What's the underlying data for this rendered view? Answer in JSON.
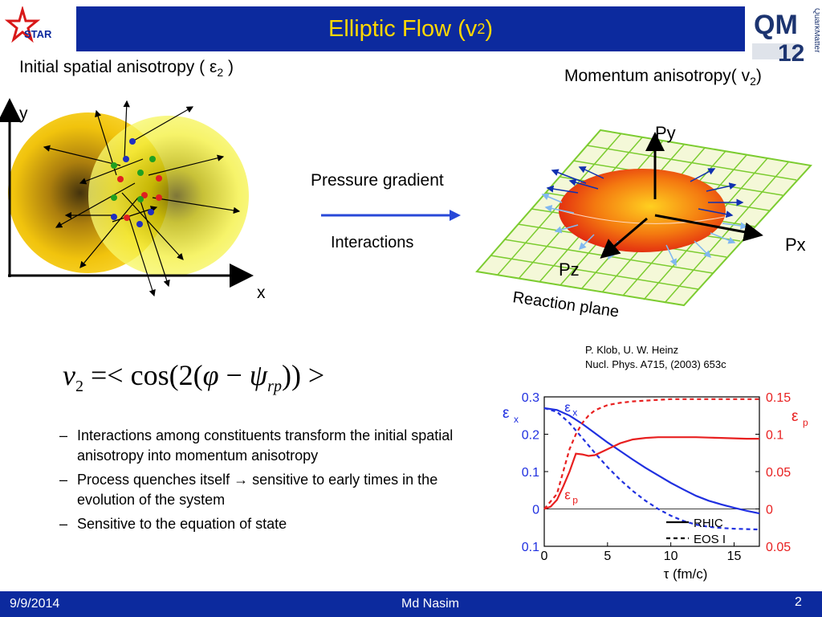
{
  "header": {
    "title": "Elliptic Flow (v",
    "title_sub": "2",
    "title_end": ")",
    "left_logo_text": "STAR",
    "right_logo_text": "QM",
    "right_logo_num": "12",
    "right_logo_side": "QuarkMatter"
  },
  "left_panel": {
    "label": "Initial spatial anisotropy ( ε",
    "label_sub": "2",
    "label_end": " )",
    "y_axis": "y",
    "x_axis": "x"
  },
  "middle": {
    "pressure": "Pressure gradient",
    "interactions": "Interactions"
  },
  "right_panel": {
    "label": "Momentum anisotropy( v",
    "label_sub": "2",
    "label_end": ")",
    "py": "Py",
    "px": "Px",
    "pz": "Pz",
    "plane": "Reaction plane"
  },
  "formula": {
    "v": "v",
    "v_sub": "2",
    "middle": " =< cos(2(",
    "phi": "φ",
    "minus": " − ",
    "psi": "ψ",
    "psi_sub": "rp",
    "end": ")) >"
  },
  "bullets": [
    "Interactions among constituents transform the initial spatial anisotropy into momentum anisotropy",
    "Process quenches itself → sensitive to early times in the evolution of the system",
    "Sensitive to the equation of state"
  ],
  "reference": {
    "line1": "P. Klob, U. W. Heinz",
    "line2": "Nucl. Phys. A715, (2003) 653c"
  },
  "chart_data": {
    "type": "line",
    "xlabel": "τ (fm/c)",
    "ylabel_left": "ε",
    "ylabel_left_sub": "x",
    "ylabel_right": "ε",
    "ylabel_right_sub": "p",
    "x_ticks": [
      "0",
      "5",
      "10",
      "15"
    ],
    "left_ticks": [
      "0.3",
      "0.2",
      "0.1",
      "0",
      "0.1"
    ],
    "right_ticks": [
      "0.15",
      "0.1",
      "0.05",
      "0",
      "0.05"
    ],
    "xlim": [
      0,
      17
    ],
    "ylim_left": [
      -0.1,
      0.3
    ],
    "ylim_right": [
      -0.05,
      0.15
    ],
    "colors": {
      "left": "#2030e0",
      "right": "#e82020"
    },
    "annotations": [
      {
        "text": "ε",
        "sub": "x",
        "x": 1.6,
        "y": 0.26,
        "axis": "left"
      },
      {
        "text": "ε",
        "sub": "p",
        "x": 1.6,
        "y": 0.013,
        "axis": "right"
      }
    ],
    "legend": {
      "placement": "bottom-right",
      "entries": [
        "RHIC",
        "EOS I"
      ]
    },
    "series": [
      {
        "name": "RHIC",
        "axis": "left",
        "dash": false,
        "x": [
          0,
          1,
          2,
          3,
          4,
          5,
          6,
          7,
          8,
          9,
          10,
          11,
          12,
          13,
          14,
          15,
          16,
          17
        ],
        "y": [
          0.27,
          0.265,
          0.25,
          0.228,
          0.203,
          0.178,
          0.155,
          0.132,
          0.11,
          0.09,
          0.07,
          0.052,
          0.035,
          0.022,
          0.012,
          0.003,
          -0.005,
          -0.012
        ]
      },
      {
        "name": "EOS I",
        "axis": "left",
        "dash": true,
        "x": [
          0,
          1,
          2,
          3,
          4,
          5,
          6,
          7,
          8,
          9,
          10,
          11,
          12,
          13,
          14,
          15,
          16,
          17
        ],
        "y": [
          0.27,
          0.26,
          0.23,
          0.19,
          0.15,
          0.112,
          0.078,
          0.048,
          0.022,
          0.0,
          -0.018,
          -0.032,
          -0.042,
          -0.048,
          -0.051,
          -0.053,
          -0.054,
          -0.055
        ]
      },
      {
        "name": "RHIC",
        "axis": "right",
        "dash": false,
        "x": [
          0,
          0.5,
          1,
          1.5,
          2,
          2.5,
          3,
          3.5,
          4,
          5,
          6,
          7,
          8,
          9,
          10,
          11,
          12,
          13,
          14,
          15,
          16,
          17
        ],
        "y": [
          0,
          0.003,
          0.012,
          0.03,
          0.05,
          0.074,
          0.073,
          0.071,
          0.072,
          0.08,
          0.088,
          0.093,
          0.095,
          0.096,
          0.096,
          0.096,
          0.096,
          0.0955,
          0.095,
          0.0945,
          0.094,
          0.094
        ]
      },
      {
        "name": "EOS I",
        "axis": "right",
        "dash": true,
        "x": [
          0,
          1,
          1.5,
          2,
          2.5,
          3,
          3.5,
          4,
          5,
          6,
          7,
          8,
          9,
          10,
          12,
          14,
          16,
          17
        ],
        "y": [
          0,
          0.02,
          0.05,
          0.08,
          0.1,
          0.115,
          0.125,
          0.132,
          0.139,
          0.142,
          0.144,
          0.145,
          0.146,
          0.147,
          0.147,
          0.147,
          0.147,
          0.147
        ]
      }
    ]
  },
  "footer": {
    "date": "9/9/2014",
    "author": "Md Nasim",
    "page": "2"
  }
}
